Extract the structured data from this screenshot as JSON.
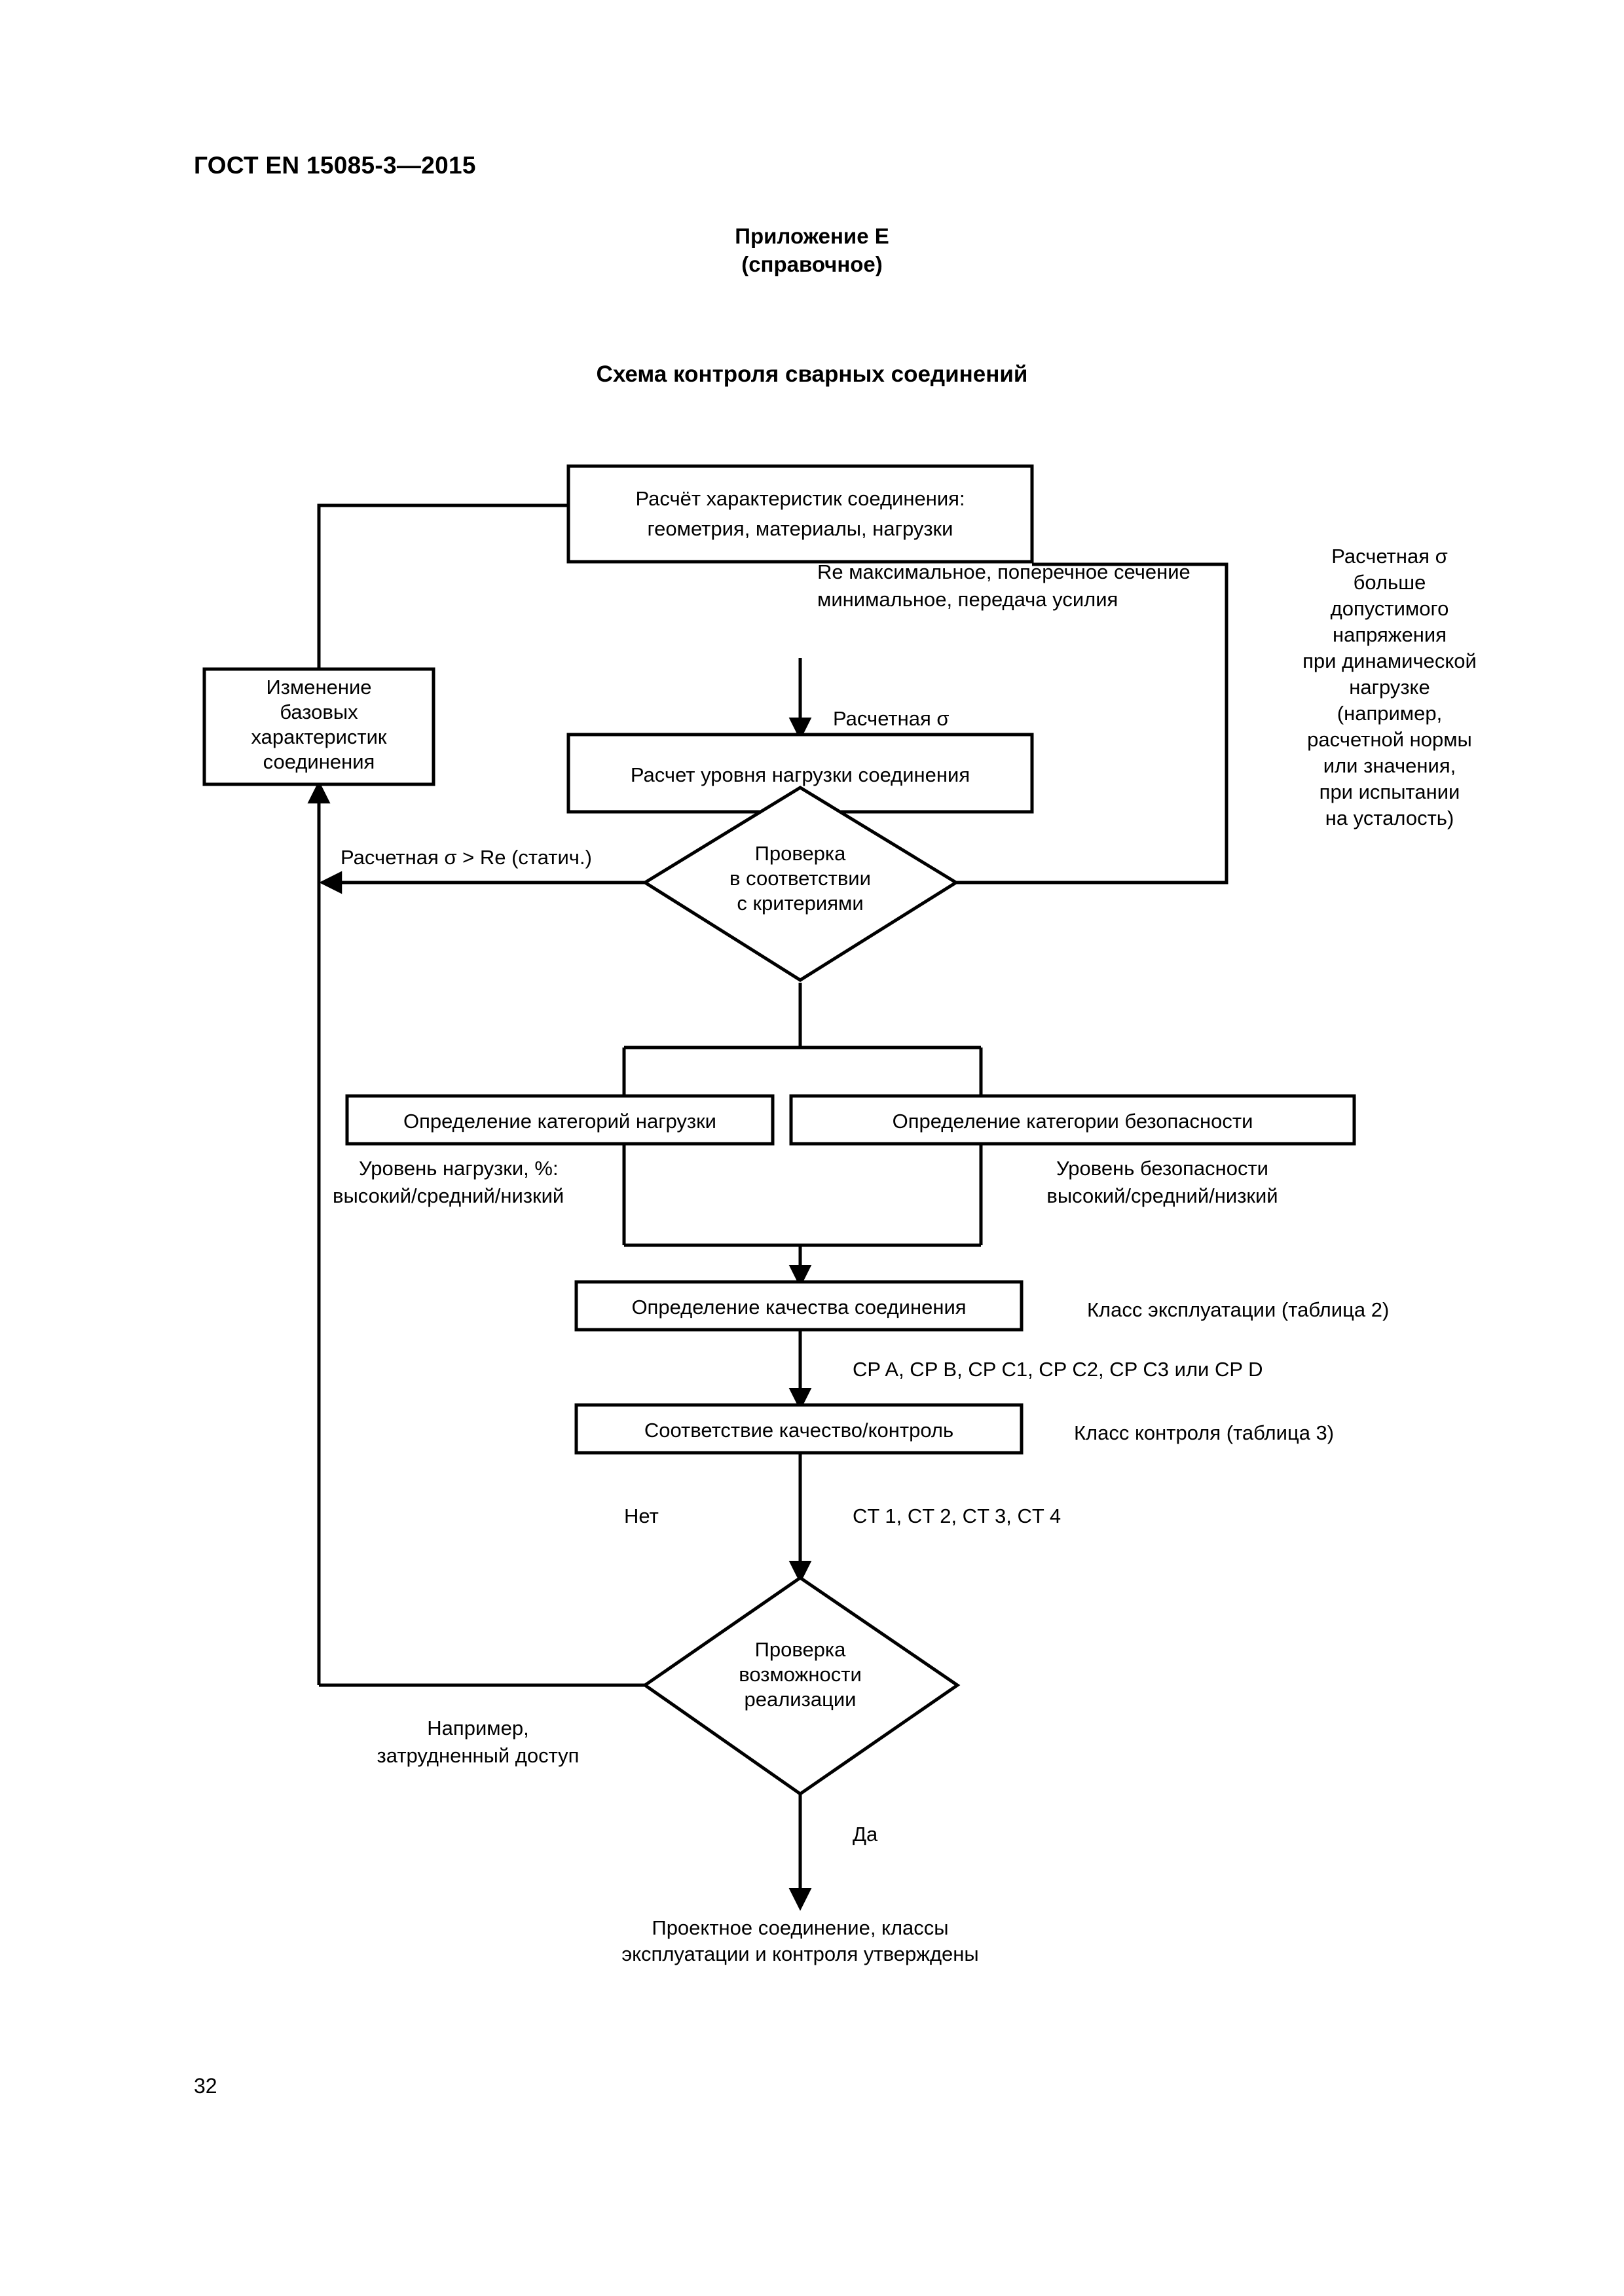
{
  "document": {
    "header": "ГОСТ EN 15085-3—2015",
    "page_number": "32"
  },
  "annex": {
    "line1": "Приложение Е",
    "line2": "(справочное)",
    "title": "Схема контроля сварных соединений"
  },
  "flowchart": {
    "type": "flowchart",
    "nodes": {
      "calc_props": {
        "shape": "process",
        "line1": "Расчёт характеристик соединения:",
        "line2": "геометрия, материалы, нагрузки"
      },
      "change_base": {
        "shape": "process",
        "line1": "Изменение",
        "line2": "базовых",
        "line3": "характеристик",
        "line4": "соединения"
      },
      "calc_load_level": {
        "shape": "process",
        "line1": "Расчет уровня нагрузки соединения"
      },
      "check_criteria": {
        "shape": "decision",
        "line1": "Проверка",
        "line2": "в соответствии",
        "line3": "с критериями"
      },
      "load_category": {
        "shape": "process",
        "line1": "Определение категорий нагрузки"
      },
      "safety_category": {
        "shape": "process",
        "line1": "Определение категории безопасности"
      },
      "weld_quality": {
        "shape": "process",
        "line1": "Определение качества соединения"
      },
      "quality_inspection": {
        "shape": "process",
        "line1": "Соответствие качество/контроль"
      },
      "feasibility": {
        "shape": "decision",
        "line1": "Проверка",
        "line2": "возможности",
        "line3": "реализации"
      },
      "result": {
        "shape": "terminal",
        "line1": "Проектное соединение, классы",
        "line2": "эксплуатации и контроля утверждены"
      }
    },
    "edge_labels": {
      "re_transfer": {
        "line1": "Re максимальное, поперечное сечение",
        "line2": "минимальное, передача усилия"
      },
      "calc_sigma": {
        "line1": "Расчетная σ"
      },
      "sigma_gt_re": {
        "line1": "Расчетная σ > Re (статич.)"
      },
      "load_level_pct": {
        "line1": "Уровень нагрузки, %:",
        "line2": "высокий/средний/низкий"
      },
      "safety_level": {
        "line1": "Уровень безопасности",
        "line2": "высокий/средний/низкий"
      },
      "service_class": {
        "line1": "Класс эксплуатации (таблица 2)"
      },
      "cp_classes": {
        "line1": "CP A, CP B, CP C1, CP C2, CP C3 или CP D"
      },
      "inspection_class": {
        "line1": "Класс контроля (таблица 3)"
      },
      "ct_classes": {
        "line1": "CT 1, CT 2, CT 3, CT 4"
      },
      "no_label": {
        "line1": "Нет"
      },
      "yes_label": {
        "line1": "Да"
      },
      "example_access": {
        "line1": "Например,",
        "line2": "затрудненный доступ"
      },
      "dynamic_note": {
        "line1": "Расчетная σ",
        "line2": "больше",
        "line3": "допустимого",
        "line4": "напряжения",
        "line5": "при динамической",
        "line6": "нагрузке",
        "line7": "(например,",
        "line8": "расчетной нормы",
        "line9": "или значения,",
        "line10": "при испытании",
        "line11": "на усталость)"
      }
    }
  }
}
